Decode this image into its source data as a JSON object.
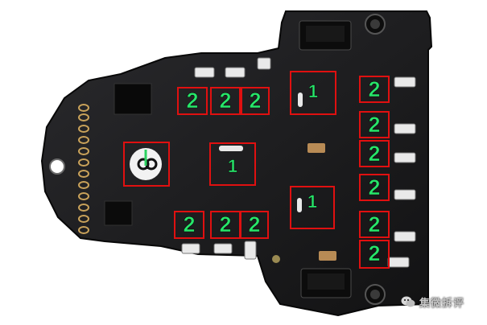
{
  "image": {
    "subject": "Circuit board photo with component callouts",
    "colors": {
      "board": "#1c1c1e",
      "frame": "#e01010",
      "label": "#27e66a",
      "background": "#ffffff"
    }
  },
  "labels": {
    "one": "1",
    "two": "2"
  },
  "watermark": {
    "text": "集微拆评",
    "icon": "wechat-icon"
  }
}
